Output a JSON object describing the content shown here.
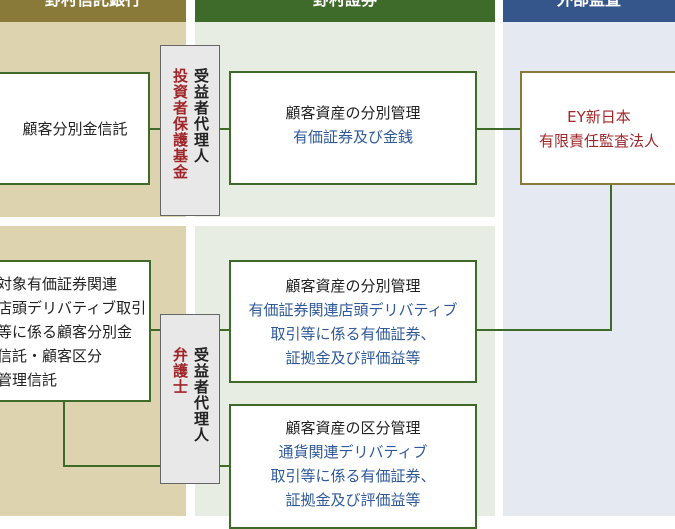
{
  "columns": {
    "bank_header": "野村信託銀行",
    "securities_header": "野村證券",
    "audit_header": "外部監査"
  },
  "colors": {
    "bank_bg": "#ddd4af",
    "bank_header": "#8a7a3a",
    "securities_bg": "#e8ede3",
    "securities_header": "#3e6a2a",
    "audit_bg": "#e4e9f2",
    "audit_header": "#35568a",
    "accent_red": "#a0262a",
    "accent_blue": "#2f5a9a"
  },
  "top_section": {
    "bank_box": "顧客分別金信託",
    "trustee": {
      "role": "受益者代理人",
      "name": "投資者保護基金"
    },
    "securities_box": {
      "title": "顧客資産の分別管理",
      "detail": "有価証券及び金銭"
    },
    "auditor": {
      "line1": "EY新日本",
      "line2": "有限責任監査法人"
    }
  },
  "bottom_section": {
    "bank_box_lines": [
      "対象有価証券関連",
      "店頭デリバティブ取引",
      "等に係る顧客分別金",
      "信託・顧客区分",
      "管理信託"
    ],
    "trustee": {
      "role": "受益者代理人",
      "name": "弁護士"
    },
    "securities_box1": {
      "title": "顧客資産の分別管理",
      "detail_lines": [
        "有価証券関連店頭デリバティブ",
        "取引等に係る有価証券、",
        "証拠金及び評価益等"
      ]
    },
    "securities_box2": {
      "title": "顧客資産の区分管理",
      "detail_lines": [
        "通貨関連デリバティブ",
        "取引等に係る有価証券、",
        "証拠金及び評価益等"
      ]
    }
  }
}
